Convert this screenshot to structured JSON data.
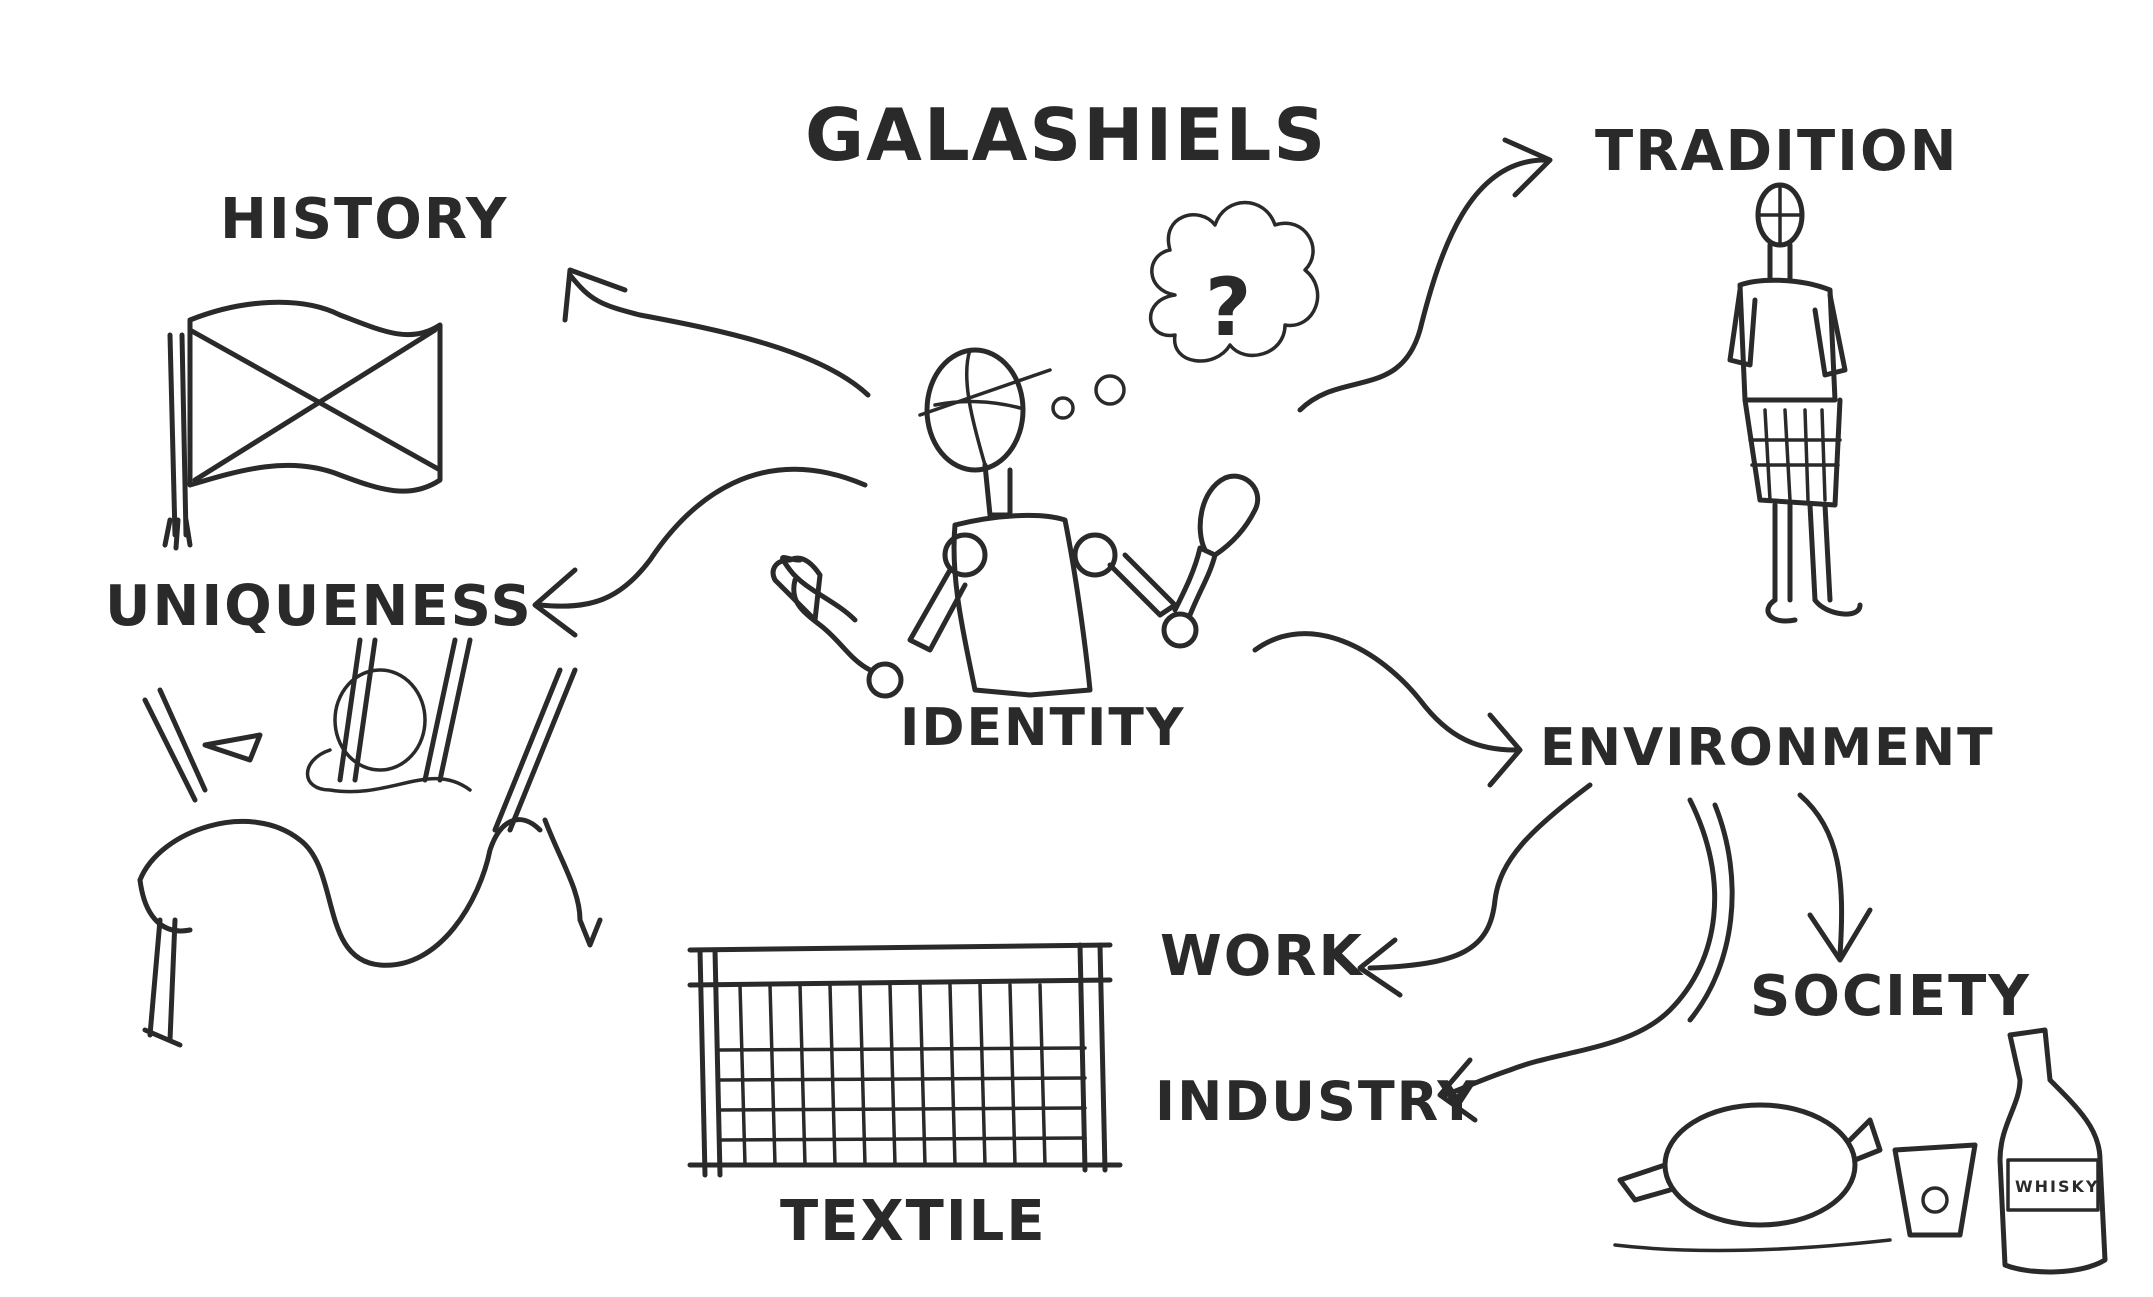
{
  "title": "GALASHIELS",
  "center": {
    "label": "IDENTITY",
    "thought": "?"
  },
  "branches": {
    "history": "HISTORY",
    "uniqueness": "UNIQUENESS",
    "tradition": "TRADITION",
    "environment": "ENVIRONMENT"
  },
  "environment_children": {
    "work": "WORK",
    "industry": "INDUSTRY",
    "society": "SOCIETY"
  },
  "textile": "TEXTILE",
  "bottle_label": "WHISKY",
  "icons": [
    "scottish-flag-icon",
    "bagpipes-icon",
    "wooden-mannequin-icon",
    "kilted-figure-icon",
    "loom-icon",
    "haggis-icon",
    "glass-icon",
    "whisky-bottle-icon"
  ]
}
